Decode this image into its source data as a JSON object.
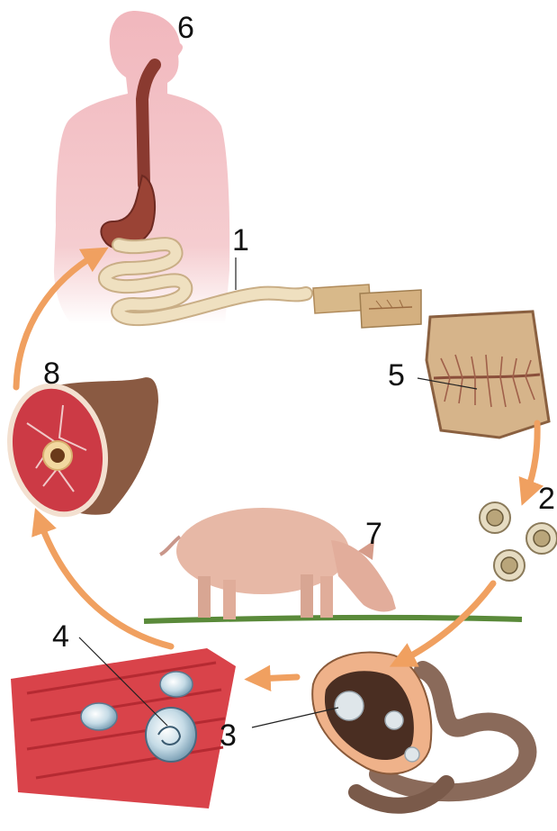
{
  "labels": {
    "n1": "1",
    "n2": "2",
    "n3": "3",
    "n4": "4",
    "n5": "5",
    "n6": "6",
    "n7": "7",
    "n8": "8"
  },
  "colors": {
    "arrow": "#f0a060",
    "human": "#f2bcc0",
    "stomach": "#8a3a30",
    "tapeworm": "#e9d6b2",
    "segment": "#d8b98a",
    "meat": "#cc3a45",
    "ham_skin": "#8a5a42",
    "pig": "#e7b8a6",
    "grass": "#5a8a3a",
    "muscle": "#d83a3f",
    "intestine": "#8a6a5a",
    "cyst": "#a8c8d8"
  }
}
